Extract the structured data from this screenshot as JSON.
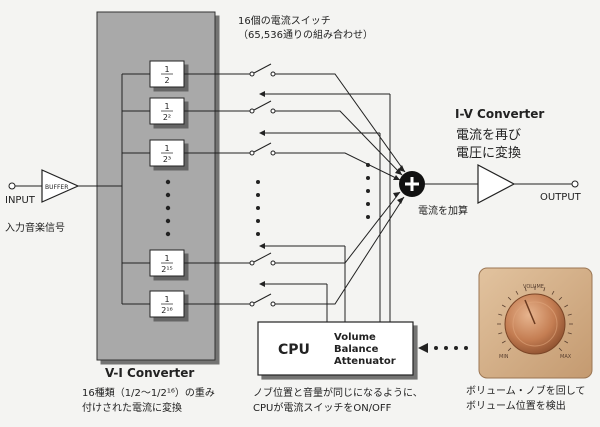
{
  "labels": {
    "input": "INPUT",
    "input_jp": "入力音楽信号",
    "buffer": "BUFFER",
    "output": "OUTPUT",
    "vi_title": "V-I Converter",
    "vi_note_line1": "16種類（1/2〜1/2¹⁶）の重み",
    "vi_note_line2": "付けされた電流に変換",
    "switch_note_line1": "16個の電流スイッチ",
    "switch_note_line2": "（65,536通りの組み合わせ）",
    "iv_title": "I-V Converter",
    "iv_note_line1": "電流を再び",
    "iv_note_line2": "電圧に変換",
    "sum_note": "電流を加算",
    "cpu": "CPU",
    "vba_line1": "Volume",
    "vba_line2": "Balance",
    "vba_line3": "Attenuator",
    "cpu_note_line1": "ノブ位置と音量が同じになるように、",
    "cpu_note_line2": "CPUが電流スイッチをON/OFF",
    "knob_note_line1": "ボリューム・ノブを回して",
    "knob_note_line2": "ボリューム位置を検出",
    "volume_mark": "VOLUME",
    "knob_min": "MIN",
    "knob_max": "MAX"
  },
  "fractions": [
    {
      "num": "1",
      "den": "2"
    },
    {
      "num": "1",
      "den": "2²"
    },
    {
      "num": "1",
      "den": "2³"
    },
    {
      "num": "1",
      "den": "2¹⁵"
    },
    {
      "num": "1",
      "den": "2¹⁶"
    }
  ],
  "colors": {
    "vi_panel": "#a9a9a9",
    "knob_panel": "#d2ae86",
    "knob": "#c6875a",
    "line": "#222222"
  }
}
